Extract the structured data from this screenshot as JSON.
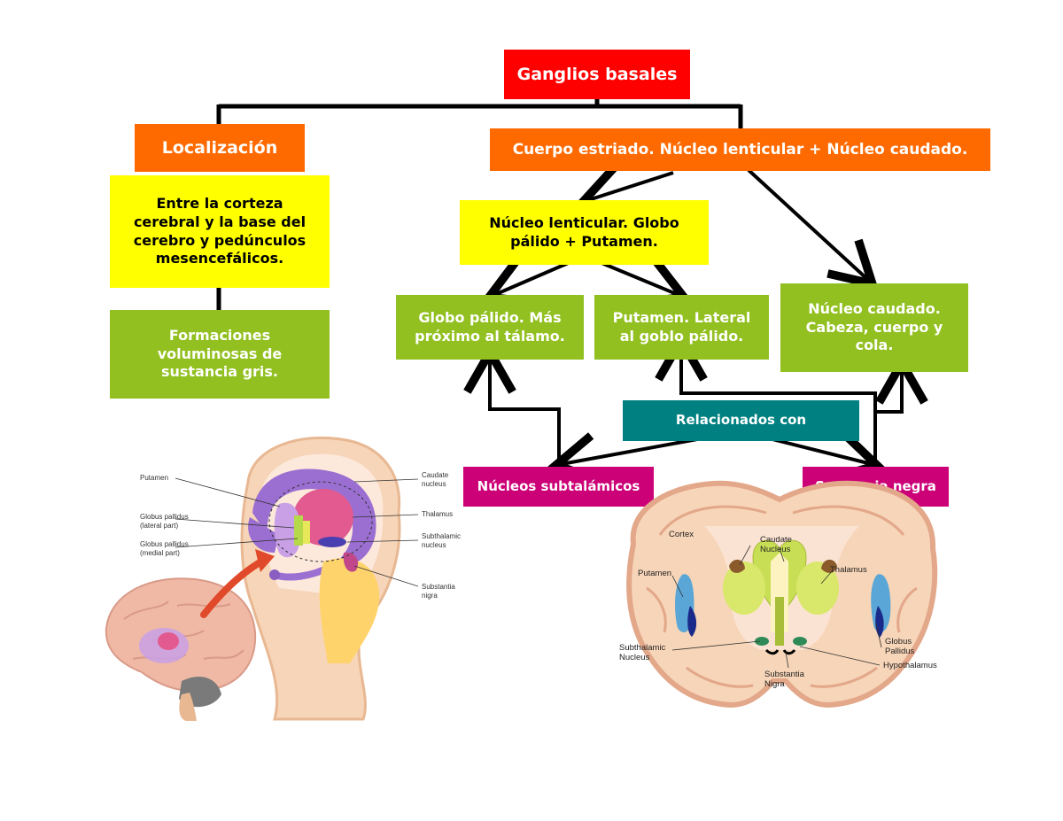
{
  "title": "Ganglios basales",
  "localizacion": {
    "heading": "Localización",
    "location_text": "Entre la corteza cerebral y la base del cerebro y pedúnculos mesencefálicos.",
    "formation_text": "Formaciones voluminosas de sustancia gris."
  },
  "cuerpo_estriado": "Cuerpo estriado. Núcleo lenticular + Núcleo caudado.",
  "nucleo_lenticular": "Núcleo lenticular. Globo pálido + Putamen.",
  "globo_palido": "Globo pálido. Más próximo al tálamo.",
  "putamen": "Putamen. Lateral al goblo pálido.",
  "nucleo_caudado": "Núcleo caudado. Cabeza, cuerpo y cola.",
  "relacionados": "Relacionados con",
  "nucleos_subtalamicos": "Núcleos subtalámicos",
  "sustancia_negra": "Sustancia negra",
  "left_illustration_labels": {
    "putamen": "Putamen",
    "globus_lateral_1": "Globus pallidus",
    "globus_lateral_2": "(lateral part)",
    "globus_medial_1": "Globus pallidus",
    "globus_medial_2": "(medial part)",
    "caudate_1": "Caudate",
    "caudate_2": "nucleus",
    "thalamus": "Thalamus",
    "subthalamic_1": "Subthalamic",
    "subthalamic_2": "nucleus",
    "substantia_1": "Substantia",
    "substantia_2": "nigra"
  },
  "right_illustration_labels": {
    "cortex": "Cortex",
    "caudate_1": "Caudate",
    "caudate_2": "Nucleus",
    "putamen": "Putamen",
    "thalamus": "Thalamus",
    "subthalamic_1": "Subthalamic",
    "subthalamic_2": "Nucleus",
    "globus_1": "Globus",
    "globus_2": "Pallidus",
    "hypothalamus": "Hypothalamus",
    "substantia_1": "Substantia",
    "substantia_2": "Nigra"
  },
  "colors": {
    "title_bg": "#ff0000",
    "orange": "#ff6a00",
    "yellow": "#ffff00",
    "green": "#92c020",
    "teal": "#008080",
    "magenta": "#cc0077"
  }
}
